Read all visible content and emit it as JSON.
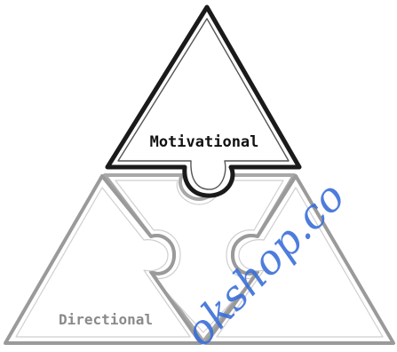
{
  "diagram": {
    "pieces": [
      {
        "id": "top",
        "label": "Motivational",
        "label_color": "#111111",
        "outline_color": "#1a1a1a"
      },
      {
        "id": "left",
        "label": "Directional",
        "label_color": "#8a8a8a",
        "outline_color": "#9a9a9a"
      },
      {
        "id": "right",
        "label": "",
        "label_color": "#8a8a8a",
        "outline_color": "#9a9a9a"
      },
      {
        "id": "center",
        "label": "",
        "label_color": "#8a8a8a",
        "outline_color": "#a8a8a8"
      }
    ],
    "watermark": {
      "text": "okshop.co",
      "color": "#3a6fd8"
    }
  }
}
